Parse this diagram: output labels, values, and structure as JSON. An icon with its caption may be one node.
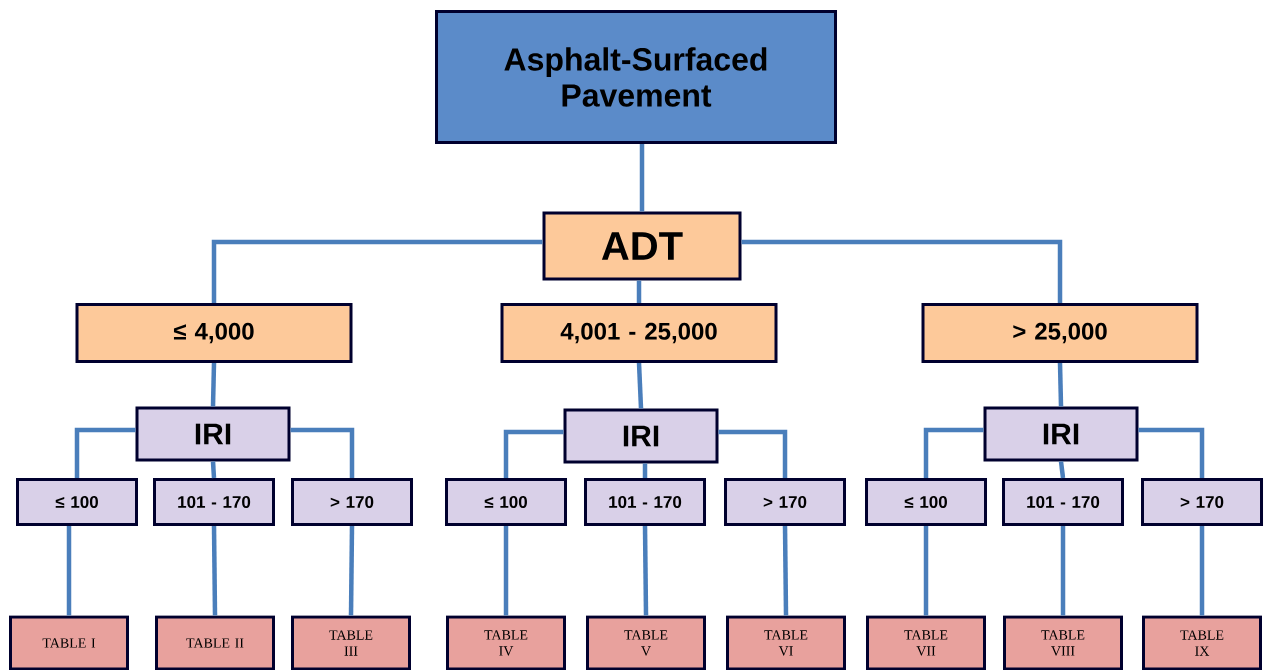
{
  "diagram": {
    "nodes": [
      {
        "text": [
          "Asphalt-Surfaced Pavement"
        ]
      },
      {
        "text": [
          "ADT"
        ]
      },
      {
        "text": [
          "≤ 4,000"
        ]
      },
      {
        "text": [
          "4,001 - 25,000"
        ]
      },
      {
        "text": [
          "> 25,000"
        ]
      },
      {
        "text": [
          "IRI"
        ]
      },
      {
        "text": [
          "IRI"
        ]
      },
      {
        "text": [
          "IRI"
        ]
      },
      {
        "text": [
          "≤ 100"
        ]
      },
      {
        "text": [
          "101 - 170"
        ]
      },
      {
        "text": [
          "> 170"
        ]
      },
      {
        "text": [
          "≤ 100"
        ]
      },
      {
        "text": [
          "101 - 170"
        ]
      },
      {
        "text": [
          "> 170"
        ]
      },
      {
        "text": [
          "≤ 100"
        ]
      },
      {
        "text": [
          "101 - 170"
        ]
      },
      {
        "text": [
          "> 170"
        ]
      },
      {
        "text": [
          "TABLE I"
        ]
      },
      {
        "text": [
          "TABLE II"
        ]
      },
      {
        "text": [
          "TABLE III"
        ]
      },
      {
        "text": [
          "TABLE IV"
        ]
      },
      {
        "text": [
          "TABLE V"
        ]
      },
      {
        "text": [
          "TABLE VI"
        ]
      },
      {
        "text": [
          "TABLE VII"
        ]
      },
      {
        "text": [
          "TABLE VIII"
        ]
      },
      {
        "text": [
          "TABLE IX"
        ]
      }
    ],
    "edges": [
      {
        "from": 0,
        "to": 1,
        "arrow": "none"
      },
      {
        "from": 1,
        "to": 2,
        "arrow": "none"
      },
      {
        "from": 1,
        "to": 3,
        "arrow": "none"
      },
      {
        "from": 1,
        "to": 4,
        "arrow": "none"
      },
      {
        "from": 2,
        "to": 5,
        "arrow": "none"
      },
      {
        "from": 3,
        "to": 6,
        "arrow": "none"
      },
      {
        "from": 4,
        "to": 7,
        "arrow": "none"
      },
      {
        "from": 5,
        "to": 8,
        "arrow": "none"
      },
      {
        "from": 5,
        "to": 9,
        "arrow": "none"
      },
      {
        "from": 5,
        "to": 10,
        "arrow": "none"
      },
      {
        "from": 6,
        "to": 11,
        "arrow": "none"
      },
      {
        "from": 6,
        "to": 12,
        "arrow": "none"
      },
      {
        "from": 6,
        "to": 13,
        "arrow": "none"
      },
      {
        "from": 7,
        "to": 14,
        "arrow": "none"
      },
      {
        "from": 7,
        "to": 15,
        "arrow": "none"
      },
      {
        "from": 7,
        "to": 16,
        "arrow": "none"
      },
      {
        "from": 8,
        "to": 17,
        "arrow": "none"
      },
      {
        "from": 9,
        "to": 18,
        "arrow": "none"
      },
      {
        "from": 10,
        "to": 19,
        "arrow": "none"
      },
      {
        "from": 11,
        "to": 20,
        "arrow": "none"
      },
      {
        "from": 12,
        "to": 21,
        "arrow": "none"
      },
      {
        "from": 13,
        "to": 22,
        "arrow": "none"
      },
      {
        "from": 14,
        "to": 23,
        "arrow": "none"
      },
      {
        "from": 15,
        "to": 24,
        "arrow": "none"
      },
      {
        "from": 16,
        "to": 25,
        "arrow": "none"
      }
    ]
  }
}
